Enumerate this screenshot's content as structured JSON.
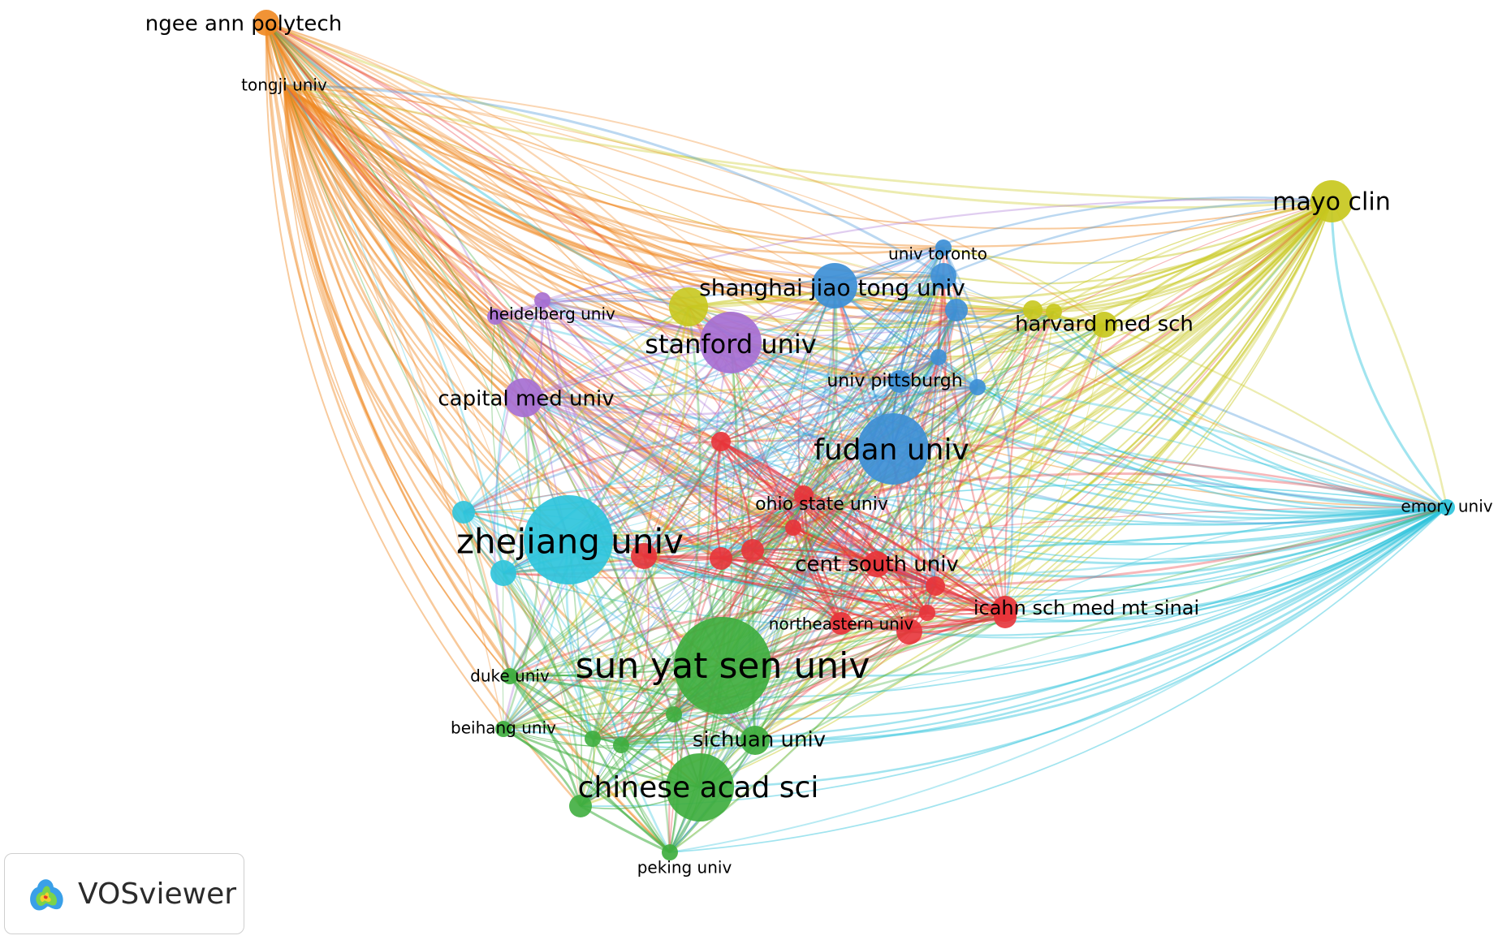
{
  "app": {
    "name": "VOSviewer"
  },
  "colors": {
    "red": "#e8343a",
    "green": "#3fae3f",
    "blue": "#3d8fd6",
    "yellow": "#c8c81e",
    "purple": "#a66fd3",
    "cyan": "#2ec4dc",
    "orange": "#f08a24"
  },
  "nodes": [
    {
      "id": "ngee",
      "label": "ngee ann polytech",
      "cluster": "orange",
      "weight": 3
    },
    {
      "id": "tongji",
      "label": "tongji univ",
      "cluster": "orange",
      "weight": 1
    },
    {
      "id": "mayo",
      "label": "mayo clin",
      "cluster": "yellow",
      "weight": 5
    },
    {
      "id": "toronto",
      "label": "univ toronto",
      "cluster": "blue",
      "weight": 2
    },
    {
      "id": "sjtu",
      "label": "shanghai jiao tong univ",
      "cluster": "blue",
      "weight": 5
    },
    {
      "id": "heidelberg",
      "label": "heidelberg univ",
      "cluster": "purple",
      "weight": 1
    },
    {
      "id": "stanford",
      "label": "stanford univ",
      "cluster": "purple",
      "weight": 7
    },
    {
      "id": "harvard",
      "label": "harvard med sch",
      "cluster": "yellow",
      "weight": 3
    },
    {
      "id": "pitt",
      "label": "univ pittsburgh",
      "cluster": "blue",
      "weight": 2
    },
    {
      "id": "capital",
      "label": "capital med univ",
      "cluster": "purple",
      "weight": 4
    },
    {
      "id": "fudan",
      "label": "fudan univ",
      "cluster": "blue",
      "weight": 9
    },
    {
      "id": "ohio",
      "label": "ohio state univ",
      "cluster": "red",
      "weight": 1
    },
    {
      "id": "emory",
      "label": "emory univ",
      "cluster": "cyan",
      "weight": 1
    },
    {
      "id": "zhejiang",
      "label": "zhejiang univ",
      "cluster": "cyan",
      "weight": 10
    },
    {
      "id": "centsouth",
      "label": "cent south univ",
      "cluster": "red",
      "weight": 3
    },
    {
      "id": "icahn",
      "label": "icahn sch med mt sinai",
      "cluster": "red",
      "weight": 2
    },
    {
      "id": "northeastern",
      "label": "northeastern univ",
      "cluster": "red",
      "weight": 1
    },
    {
      "id": "sysu",
      "label": "sun yat sen univ",
      "cluster": "green",
      "weight": 12
    },
    {
      "id": "duke",
      "label": "duke univ",
      "cluster": "green",
      "weight": 1
    },
    {
      "id": "sichuan",
      "label": "sichuan univ",
      "cluster": "green",
      "weight": 3
    },
    {
      "id": "beihang",
      "label": "beihang univ",
      "cluster": "green",
      "weight": 1
    },
    {
      "id": "cas",
      "label": "chinese acad sci",
      "cluster": "green",
      "weight": 9
    },
    {
      "id": "peking",
      "label": "peking univ",
      "cluster": "green",
      "weight": 1
    }
  ],
  "minor_nodes": [
    {
      "cluster": "red"
    },
    {
      "cluster": "red"
    },
    {
      "cluster": "red"
    },
    {
      "cluster": "red"
    },
    {
      "cluster": "red"
    },
    {
      "cluster": "red"
    },
    {
      "cluster": "red"
    },
    {
      "cluster": "red"
    },
    {
      "cluster": "red"
    },
    {
      "cluster": "red"
    },
    {
      "cluster": "blue"
    },
    {
      "cluster": "blue"
    },
    {
      "cluster": "blue"
    },
    {
      "cluster": "blue"
    },
    {
      "cluster": "yellow"
    },
    {
      "cluster": "yellow"
    },
    {
      "cluster": "yellow"
    },
    {
      "cluster": "purple"
    },
    {
      "cluster": "cyan"
    },
    {
      "cluster": "cyan"
    },
    {
      "cluster": "green"
    },
    {
      "cluster": "green"
    },
    {
      "cluster": "green"
    },
    {
      "cluster": "green"
    }
  ]
}
